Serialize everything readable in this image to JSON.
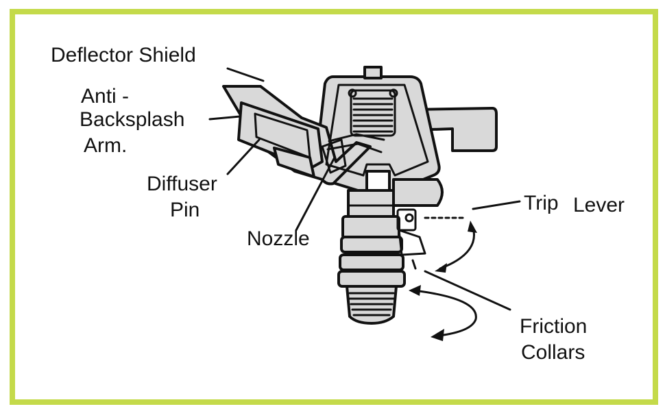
{
  "colors": {
    "border": "#c4da4a",
    "ink": "#111111",
    "fill": "#d9d9d9"
  },
  "labels": {
    "deflector_shield": "Deflector Shield",
    "anti": "Anti -",
    "backsplash": "Backsplash",
    "arm": "Arm.",
    "diffuser": "Diffuser",
    "pin": "Pin",
    "nozzle": "Nozzle",
    "trip": "Trip",
    "lever": "Lever",
    "friction": "Friction",
    "collars": "Collars"
  }
}
